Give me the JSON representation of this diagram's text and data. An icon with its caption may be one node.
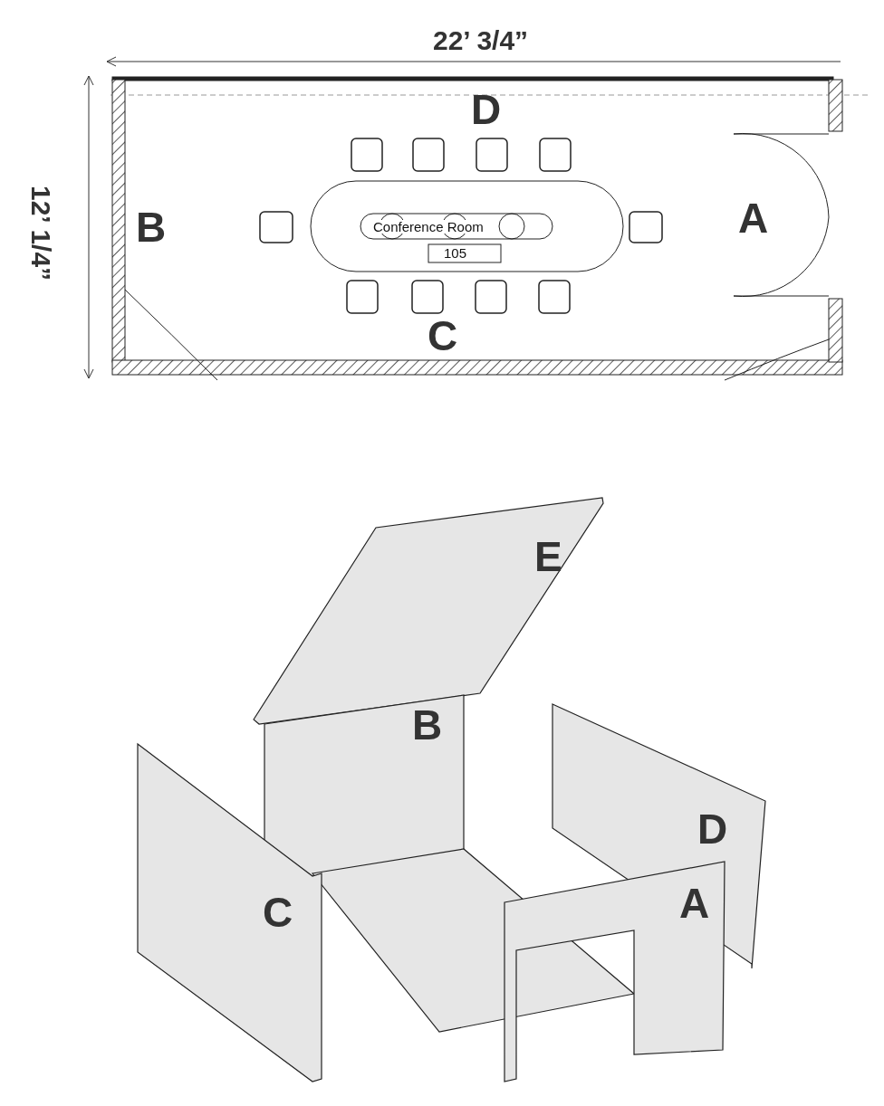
{
  "diagram": {
    "labels": [
      "22’ 3/4”",
      "12’ 1/4”",
      "D",
      "B",
      "A",
      "Conference Room",
      "105",
      "C",
      "E",
      "B",
      "D",
      "C",
      "A"
    ]
  }
}
